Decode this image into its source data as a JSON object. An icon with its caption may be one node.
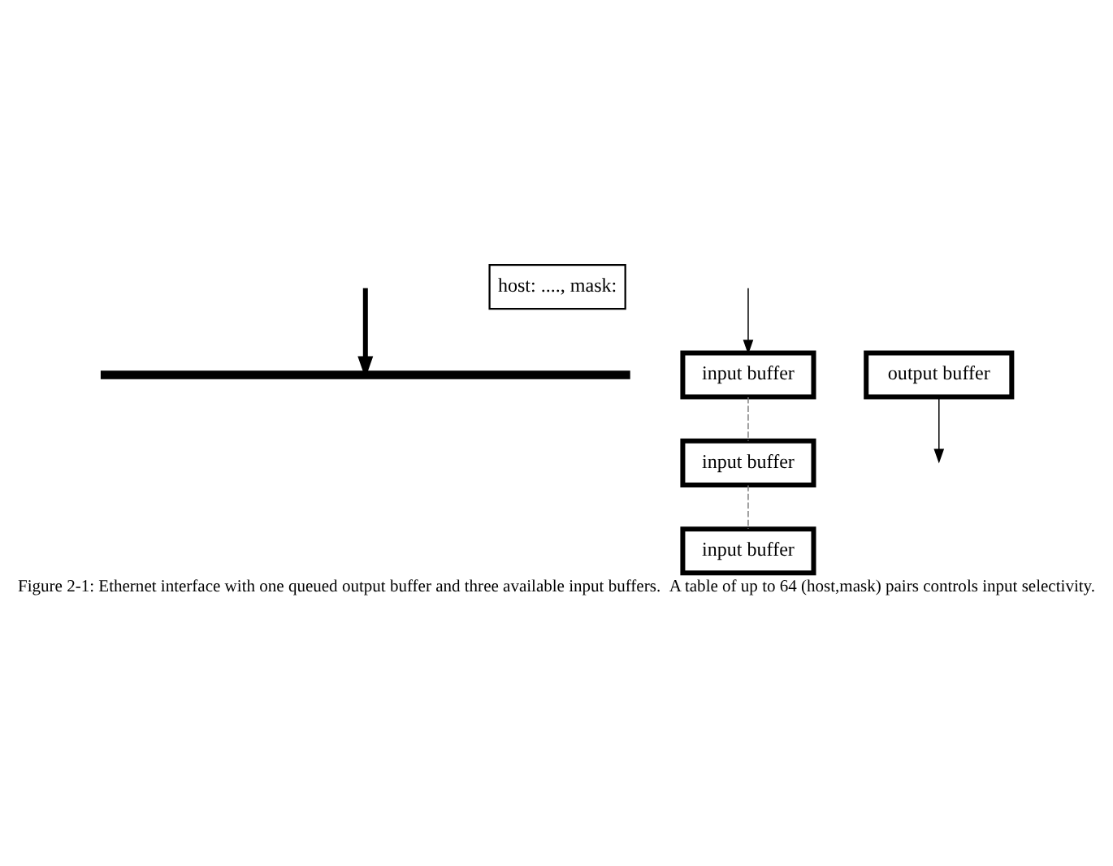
{
  "diagram": {
    "caption": "Figure 2-1: Ethernet interface with one queued output buffer and three available input buffers.  A table of up to 64 (host,mask) pairs controls input selectivity.",
    "nodes": [
      {
        "text": [],
        "shape": "bar"
      },
      {
        "text": [
          "host: ...., mask:"
        ]
      },
      {
        "text": [
          "input buffer"
        ]
      },
      {
        "text": [
          "output buffer"
        ]
      },
      {
        "text": [
          "input buffer"
        ]
      },
      {
        "text": [
          "input buffer"
        ]
      }
    ],
    "edges": [
      {
        "from": null,
        "to": 0,
        "arrow": "to",
        "style": "thick"
      },
      {
        "from": null,
        "to": 2,
        "arrow": "to"
      },
      {
        "from": 3,
        "to": null,
        "arrow": "to"
      },
      {
        "from": 2,
        "to": 4,
        "arrow": "none",
        "style": "dashed",
        "color": "#808080"
      },
      {
        "from": 4,
        "to": 5,
        "arrow": "none",
        "style": "dashed",
        "color": "#808080"
      }
    ]
  }
}
